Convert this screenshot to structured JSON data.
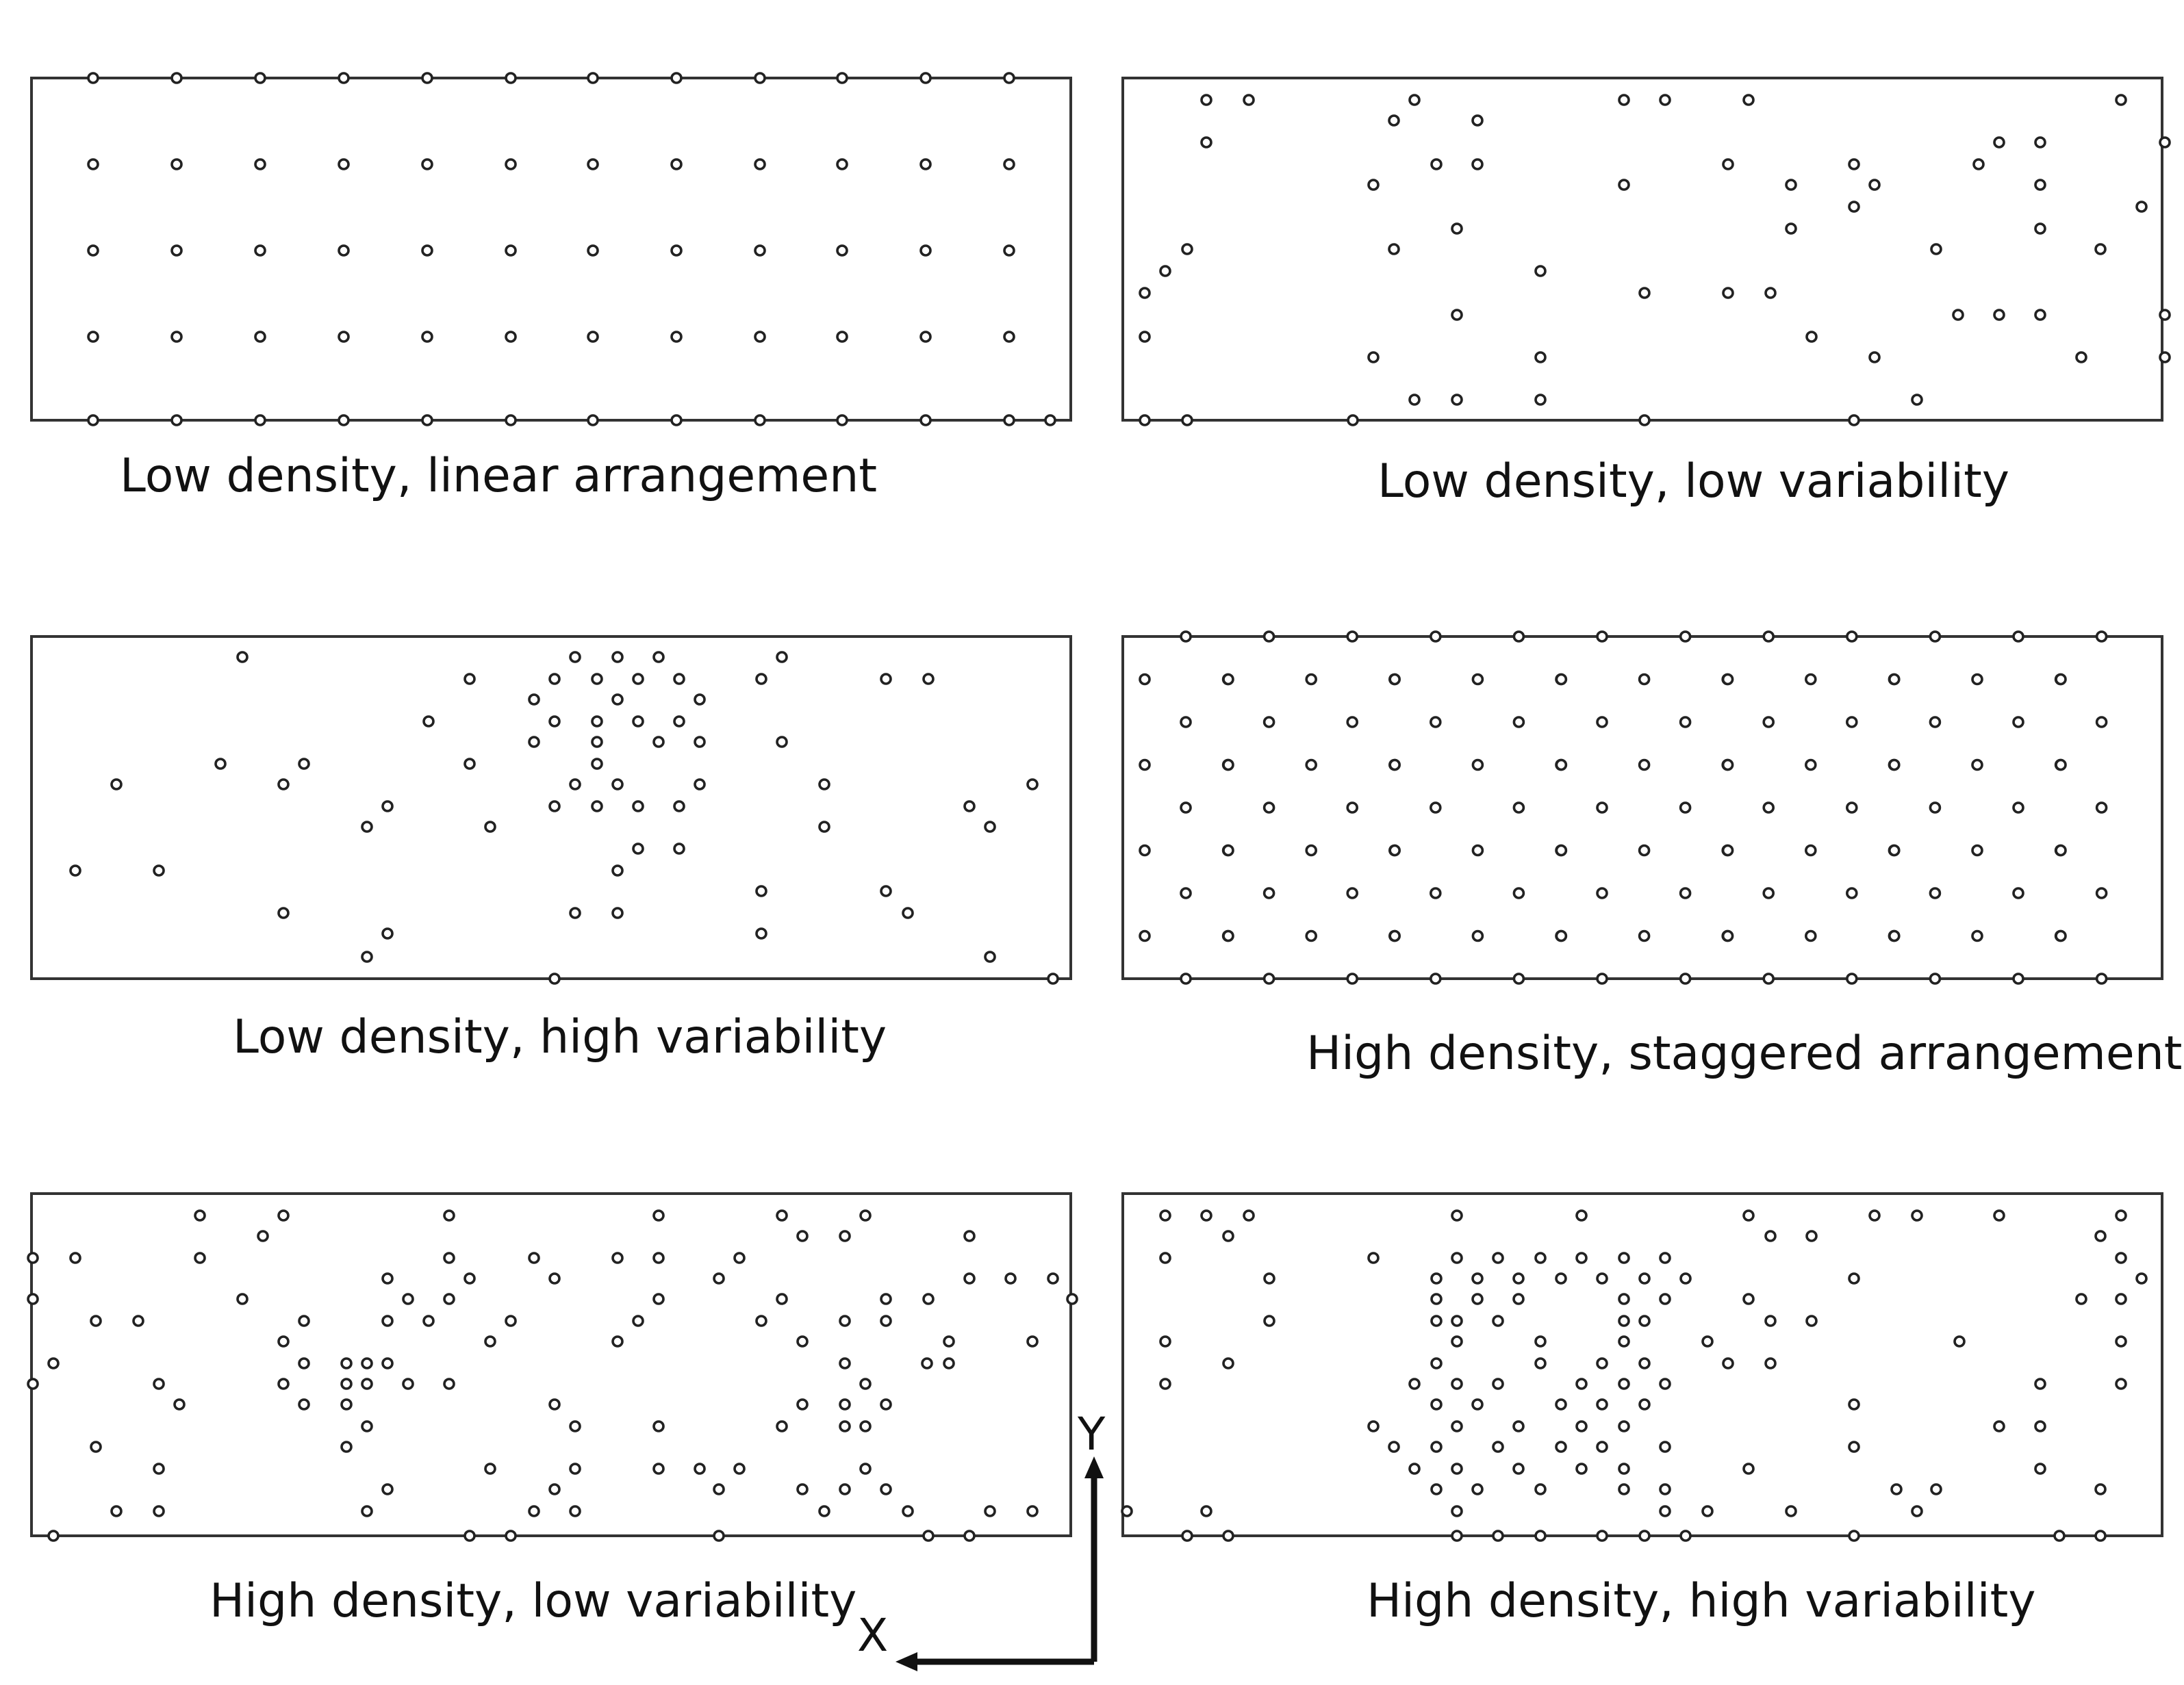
{
  "panels": [
    {
      "id": "p1",
      "label": "Low density, linear arrangement"
    },
    {
      "id": "p2",
      "label": "Low density, low variability"
    },
    {
      "id": "p3",
      "label": "Low density, high variability"
    },
    {
      "id": "p4",
      "label": "High density, staggered arrangement"
    },
    {
      "id": "p5",
      "label": "High density, low variability"
    },
    {
      "id": "p6",
      "label": "High density, high variability"
    }
  ],
  "axes": {
    "x_label": "X",
    "y_label": "Y"
  },
  "colors": {
    "stroke": "#222222",
    "text": "#111111",
    "background": "#ffffff"
  }
}
